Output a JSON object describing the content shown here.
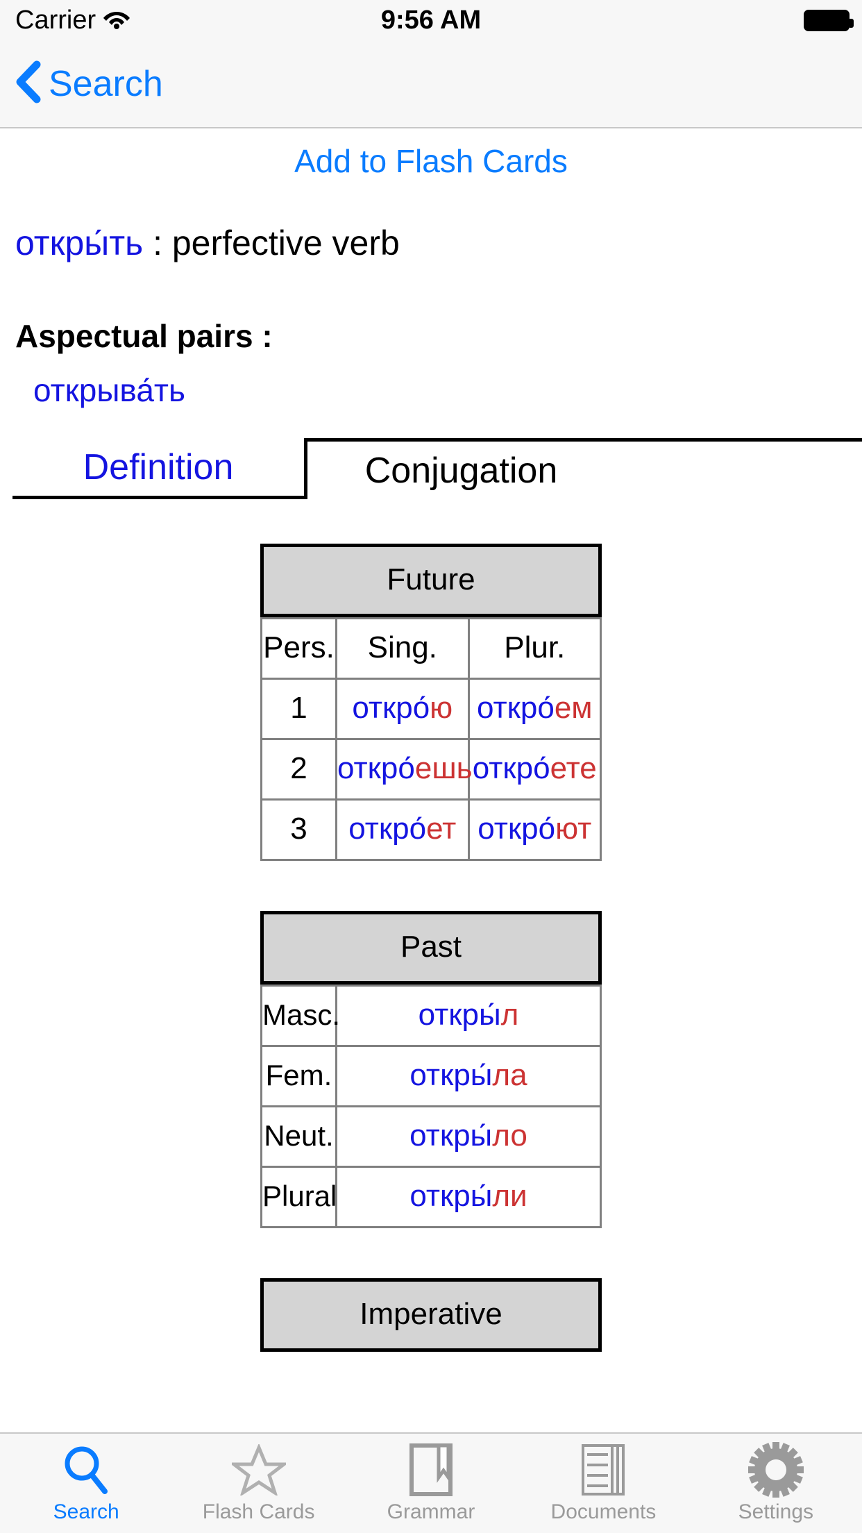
{
  "status_bar": {
    "carrier": "Carrier",
    "wifi_icon": "wifi-icon",
    "time": "9:56 AM",
    "battery_icon": "battery-full-icon"
  },
  "nav_bar": {
    "back_icon": "chevron-left-icon",
    "back_label": "Search"
  },
  "content": {
    "add_to_flash_cards": "Add to Flash Cards",
    "headword": "откры́ть",
    "headword_separator": " : ",
    "part_of_speech": "perfective verb",
    "aspectual_pairs_title": "Aspectual pairs :",
    "aspectual_pairs": [
      {
        "word": "открыва́ть"
      }
    ]
  },
  "tabs": {
    "definition": "Definition",
    "conjugation": "Conjugation",
    "active": "Conjugation"
  },
  "colors": {
    "accent_blue": "#0a7cff",
    "word_blue": "#1414e0",
    "ending_red": "#cc3333",
    "header_gray": "#d4d4d4",
    "grid_gray": "#808080"
  },
  "conjugation": {
    "future": {
      "caption": "Future",
      "headers": [
        "Pers.",
        "Sing.",
        "Plur."
      ],
      "rows": [
        {
          "person": "1",
          "sing_stem": "откро́",
          "sing_end": "ю",
          "plur_stem": "откро́",
          "plur_end": "ем"
        },
        {
          "person": "2",
          "sing_stem": "откро́",
          "sing_end": "ешь",
          "plur_stem": "откро́",
          "plur_end": "ете"
        },
        {
          "person": "3",
          "sing_stem": "откро́",
          "sing_end": "ет",
          "plur_stem": "откро́",
          "plur_end": "ют"
        }
      ]
    },
    "past": {
      "caption": "Past",
      "rows": [
        {
          "label": "Masc.",
          "stem": "откры́",
          "end": "л"
        },
        {
          "label": "Fem.",
          "stem": "откры́",
          "end": "ла"
        },
        {
          "label": "Neut.",
          "stem": "откры́",
          "end": "ло"
        },
        {
          "label": "Plural",
          "stem": "откры́",
          "end": "ли"
        }
      ]
    },
    "imperative": {
      "caption": "Imperative"
    }
  },
  "tab_bar": {
    "items": [
      {
        "label": "Search",
        "icon": "search-icon",
        "active": true
      },
      {
        "label": "Flash Cards",
        "icon": "star-icon",
        "active": false
      },
      {
        "label": "Grammar",
        "icon": "book-icon",
        "active": false
      },
      {
        "label": "Documents",
        "icon": "documents-icon",
        "active": false
      },
      {
        "label": "Settings",
        "icon": "gear-icon",
        "active": false
      }
    ]
  }
}
